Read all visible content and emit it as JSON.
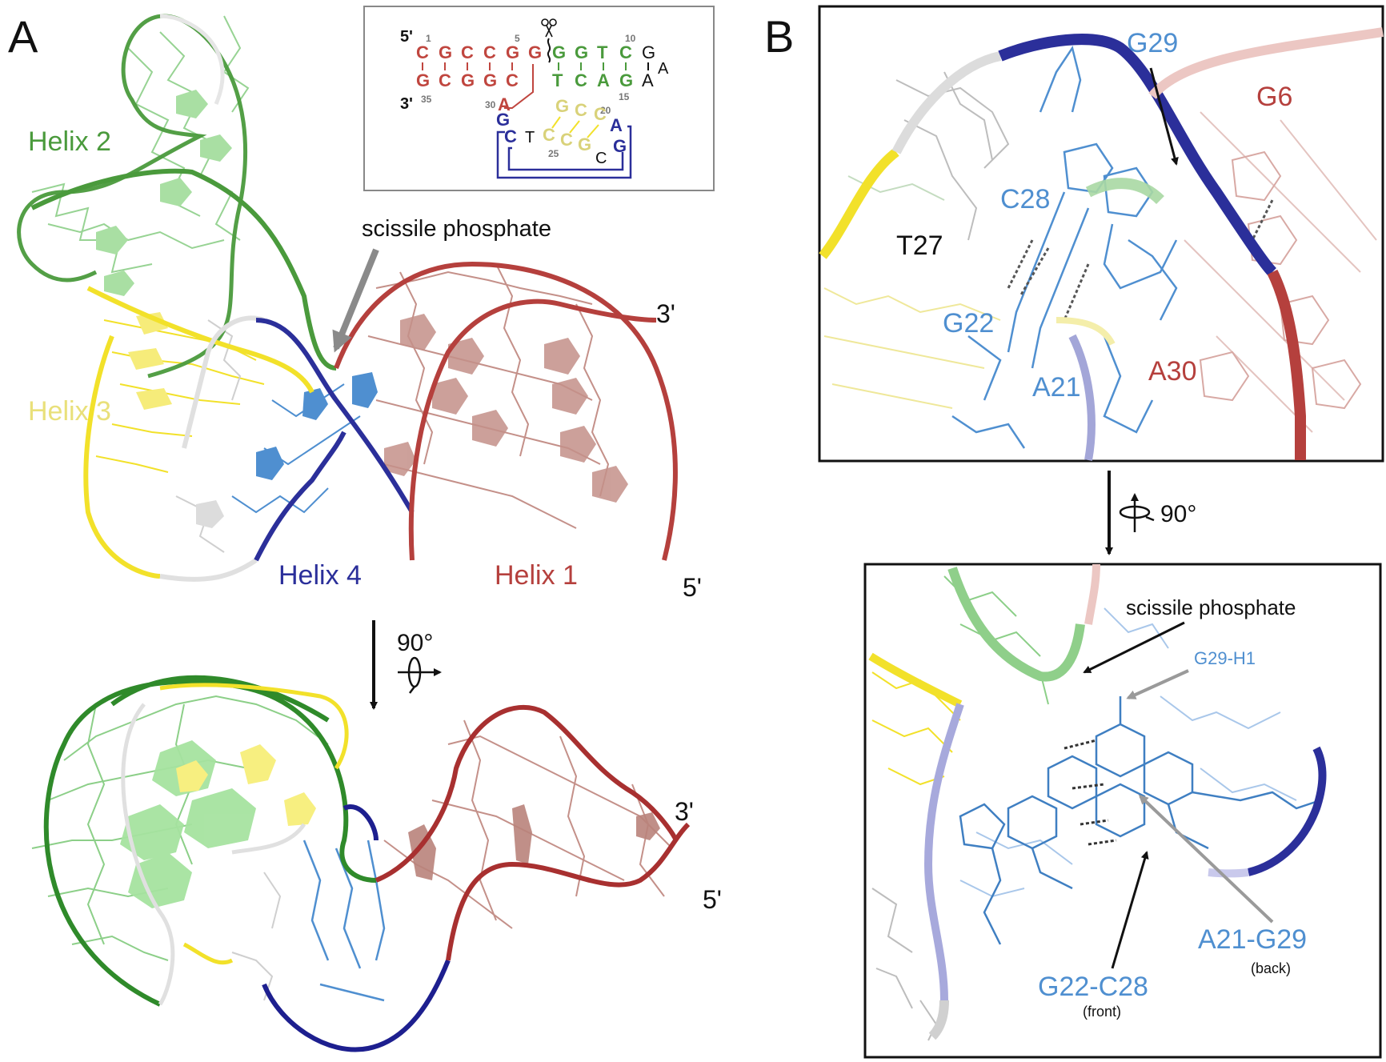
{
  "panels": {
    "a": "A",
    "b": "B"
  },
  "colors": {
    "helix1": "#b5403d",
    "helix1_light": "#c49089",
    "helix2": "#4a9a3c",
    "helix2_light": "#8ccf88",
    "helix3": "#f2e12a",
    "helix3_label": "#e9e07a",
    "helix4": "#2b2f9a",
    "blue": "#4f8fd0",
    "white_strand": "#dedede",
    "black": "#111111",
    "gray_arrow": "#8a8a8a"
  },
  "panel_a": {
    "helix2": "Helix 2",
    "helix3": "Helix 3",
    "helix4": "Helix 4",
    "helix1": "Helix 1",
    "scissile": "scissile phosphate",
    "top_3prime": "3'",
    "top_5prime": "5'",
    "bottom_3prime": "3'",
    "bottom_5prime": "5'",
    "rotation": "90°"
  },
  "inset": {
    "row_top": [
      "C",
      "G",
      "C",
      "C",
      "G",
      "G",
      "G",
      "G",
      "T",
      "C",
      "G"
    ],
    "row_bottom": [
      "G",
      "C",
      "G",
      "G",
      "C",
      "T",
      "C",
      "A",
      "G",
      "A"
    ],
    "loop_a": "A",
    "five": "5'",
    "three": "3'",
    "n1": "1",
    "n5": "5",
    "n10": "10",
    "n15": "15",
    "n20": "20",
    "n25": "25",
    "n30": "30",
    "n35": "35",
    "a30": "A",
    "g_left": "G",
    "c_left": "C",
    "t_left": "T",
    "h3_top": [
      "G",
      "C",
      "C"
    ],
    "h3_bottom": [
      "C",
      "C",
      "G"
    ],
    "h3_c": "C",
    "a_right": "A",
    "g_right": "G"
  },
  "panel_b": {
    "top": {
      "g29": "G29",
      "g6": "G6",
      "c28": "C28",
      "t27": "T27",
      "g22": "G22",
      "a21": "A21",
      "a30": "A30"
    },
    "rotation": "90°",
    "bottom": {
      "scissile": "scissile phosphate",
      "g29h1": "G29-H1",
      "a21g29": "A21-G29",
      "back": "(back)",
      "g22c28": "G22-C28",
      "front": "(front)"
    }
  }
}
